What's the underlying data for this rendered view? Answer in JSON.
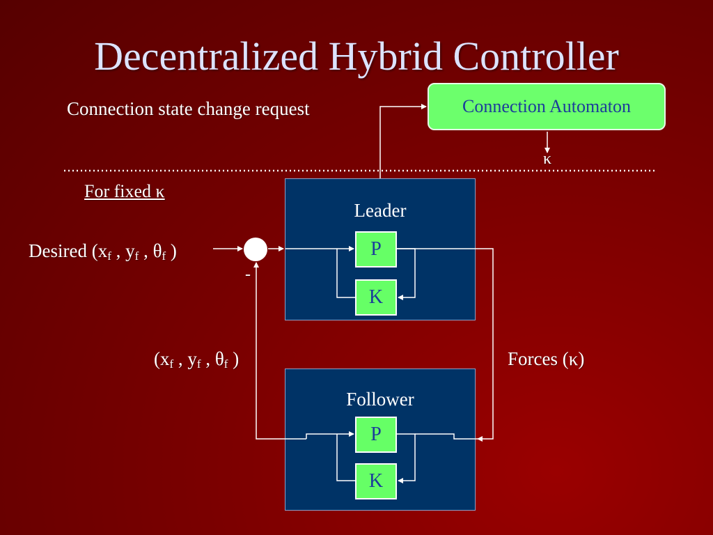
{
  "title": "Decentralized Hybrid Controller",
  "request_label": "Connection state change request",
  "automaton_label": "Connection Automaton",
  "kappa_label": "κ",
  "fixed_label": "For fixed κ",
  "leader": {
    "title": "Leader",
    "p": "P",
    "k": "K"
  },
  "follower": {
    "title": "Follower",
    "p": "P",
    "k": "K"
  },
  "desired": {
    "prefix": "Desired (x",
    "sub1": "f",
    "sep1": " , y",
    "sub2": "f",
    "sep2": " , θ",
    "sub3": "f",
    "suffix": " )"
  },
  "feedback": {
    "prefix": "(x",
    "sub1": "f",
    "sep1": " , y",
    "sub2": "f",
    "sep2": " , θ",
    "sub3": "f",
    "suffix": " )"
  },
  "minus_sign": "-",
  "forces_label": "Forces (κ)",
  "colors": {
    "background": "#7a0000",
    "block_fill": "#003366",
    "box_green": "#66ff66",
    "box_text": "#1b3d9a",
    "title_color": "#dde3ff"
  }
}
